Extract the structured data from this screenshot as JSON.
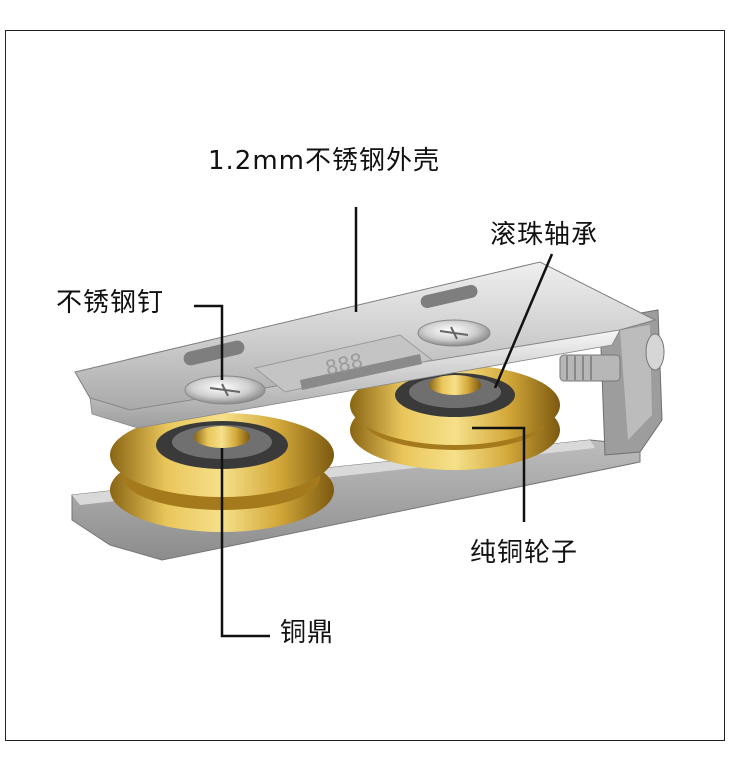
{
  "labels": {
    "shell": "1.2mm不锈钢外壳",
    "bearing": "滚珠轴承",
    "screw": "不锈钢钉",
    "wheel": "纯铜轮子",
    "hub": "铜鼎"
  },
  "product": {
    "embossed_mark": "888"
  },
  "colors": {
    "steel": "#c9c9c9",
    "brass": "#d8b446",
    "leader_line": "#111111"
  }
}
